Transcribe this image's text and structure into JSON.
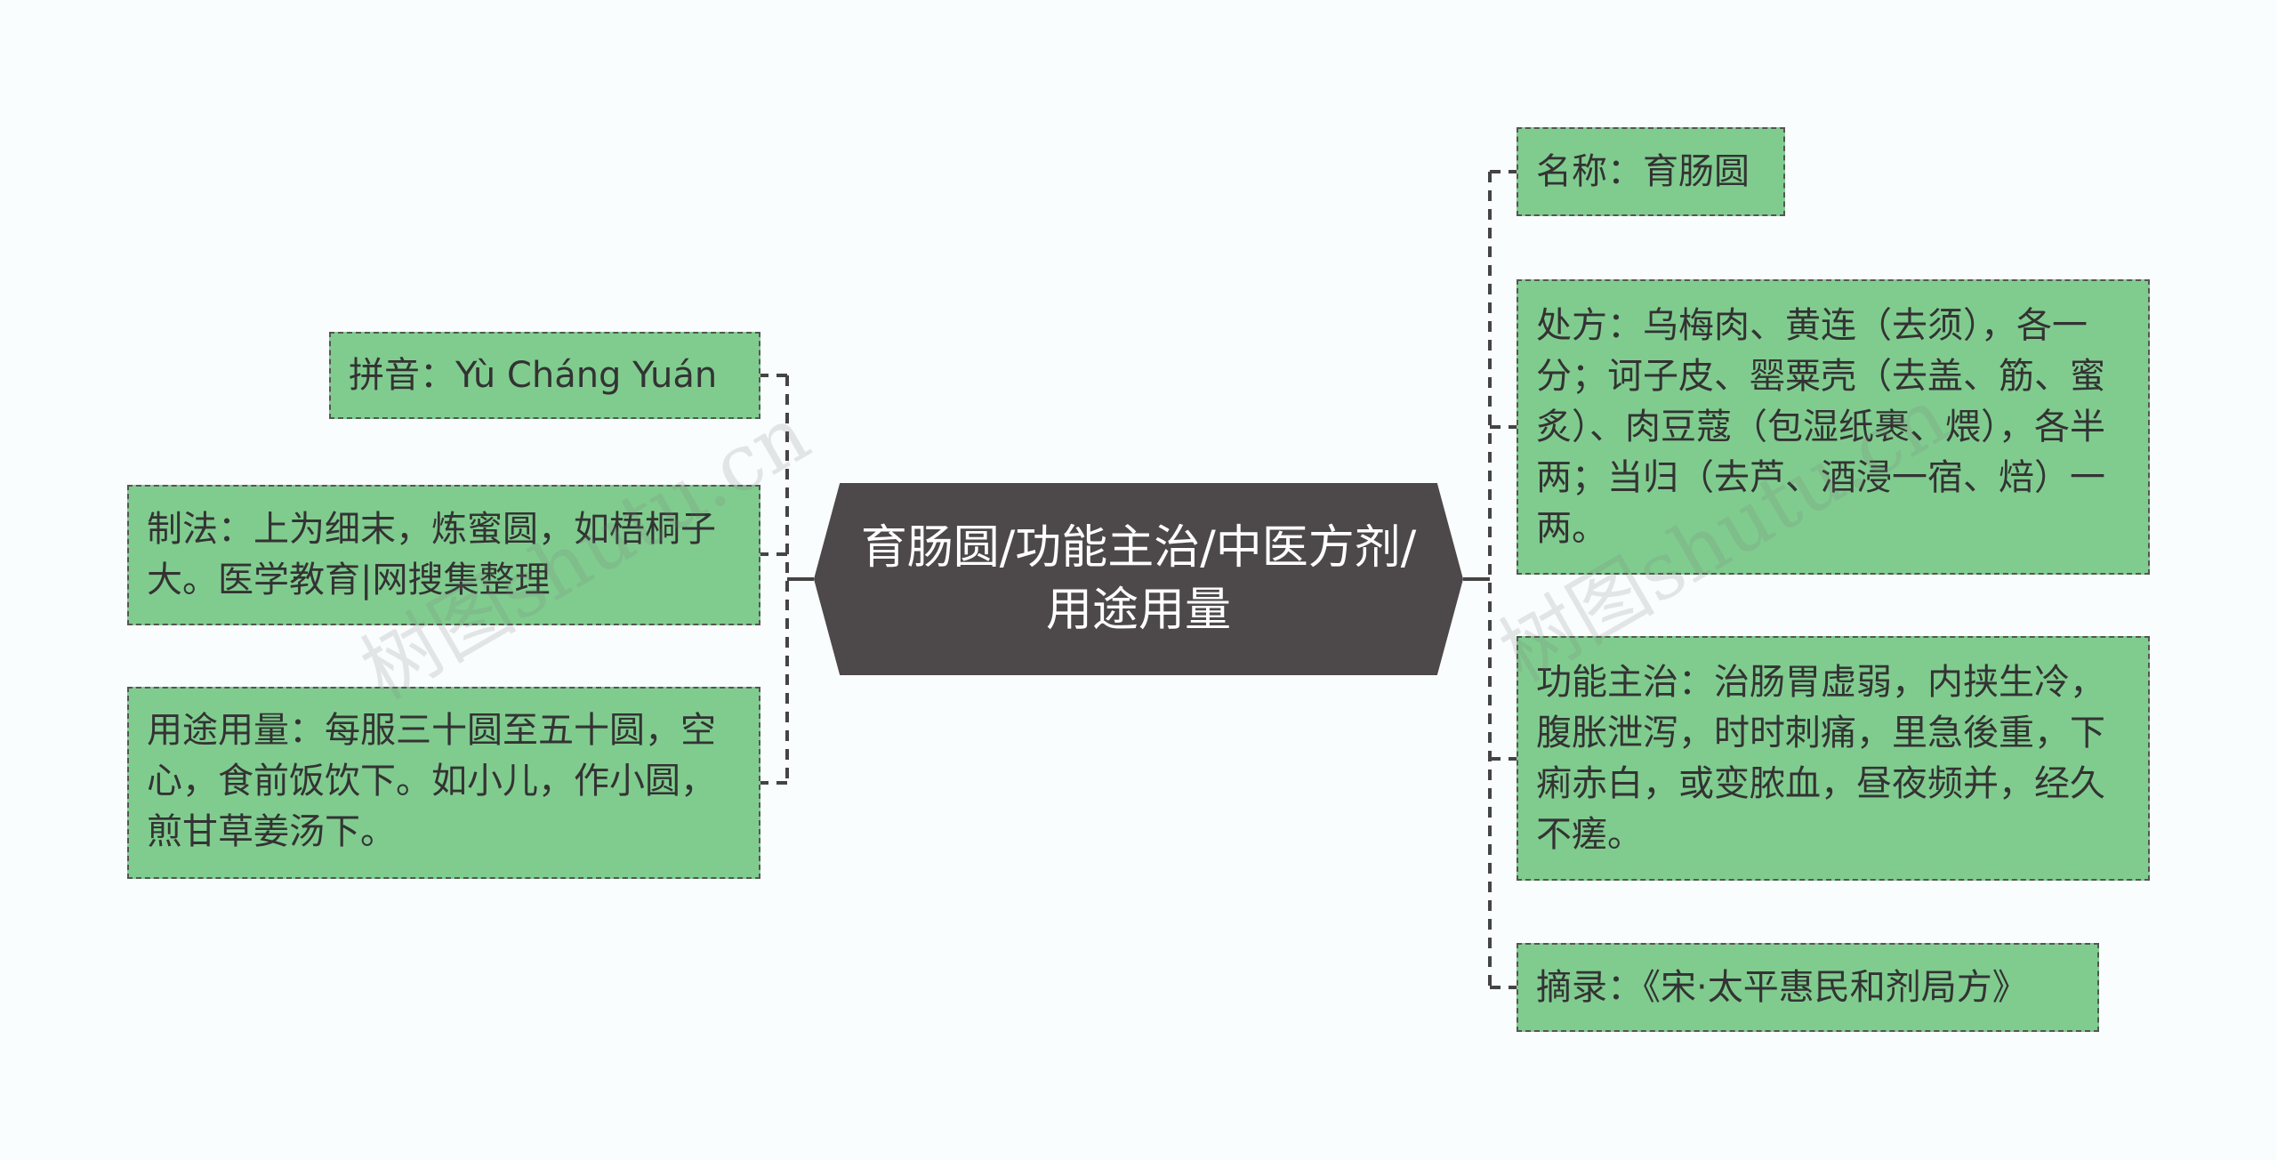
{
  "center": {
    "title": "育肠圆/功能主治/中医方剂/用途用量"
  },
  "left_nodes": [
    {
      "text": "拼音：Yù Cháng Yuán"
    },
    {
      "text": "制法：上为细末，炼蜜圆，如梧桐子大。医学教育|网搜集整理"
    },
    {
      "text": "用途用量：每服三十圆至五十圆，空心，食前饭饮下。如小儿，作小圆，煎甘草姜汤下。"
    }
  ],
  "right_nodes": [
    {
      "text": "名称：育肠圆"
    },
    {
      "text": "处方：乌梅肉、黄连（去须），各一分；诃子皮、罂粟壳（去盖、筋、蜜炙）、肉豆蔻（包湿纸裹、煨），各半两；当归（去芦、酒浸一宿、焙）一两。"
    },
    {
      "text": "功能主治：治肠胃虚弱，内挟生冷，腹胀泄泻，时时刺痛，里急後重，下痢赤白，或变脓血，昼夜频并，经久不瘥。"
    },
    {
      "text": "摘录：《宋·太平惠民和剂局方》"
    }
  ],
  "watermarks": [
    {
      "text": "树图shutu.cn"
    },
    {
      "text": "树图shutu.cn"
    }
  ],
  "colors": {
    "background": "#f9fdfd",
    "center_fill": "#4d4849",
    "node_fill": "#80cc8f",
    "node_border": "#555555",
    "connector": "#444444"
  }
}
